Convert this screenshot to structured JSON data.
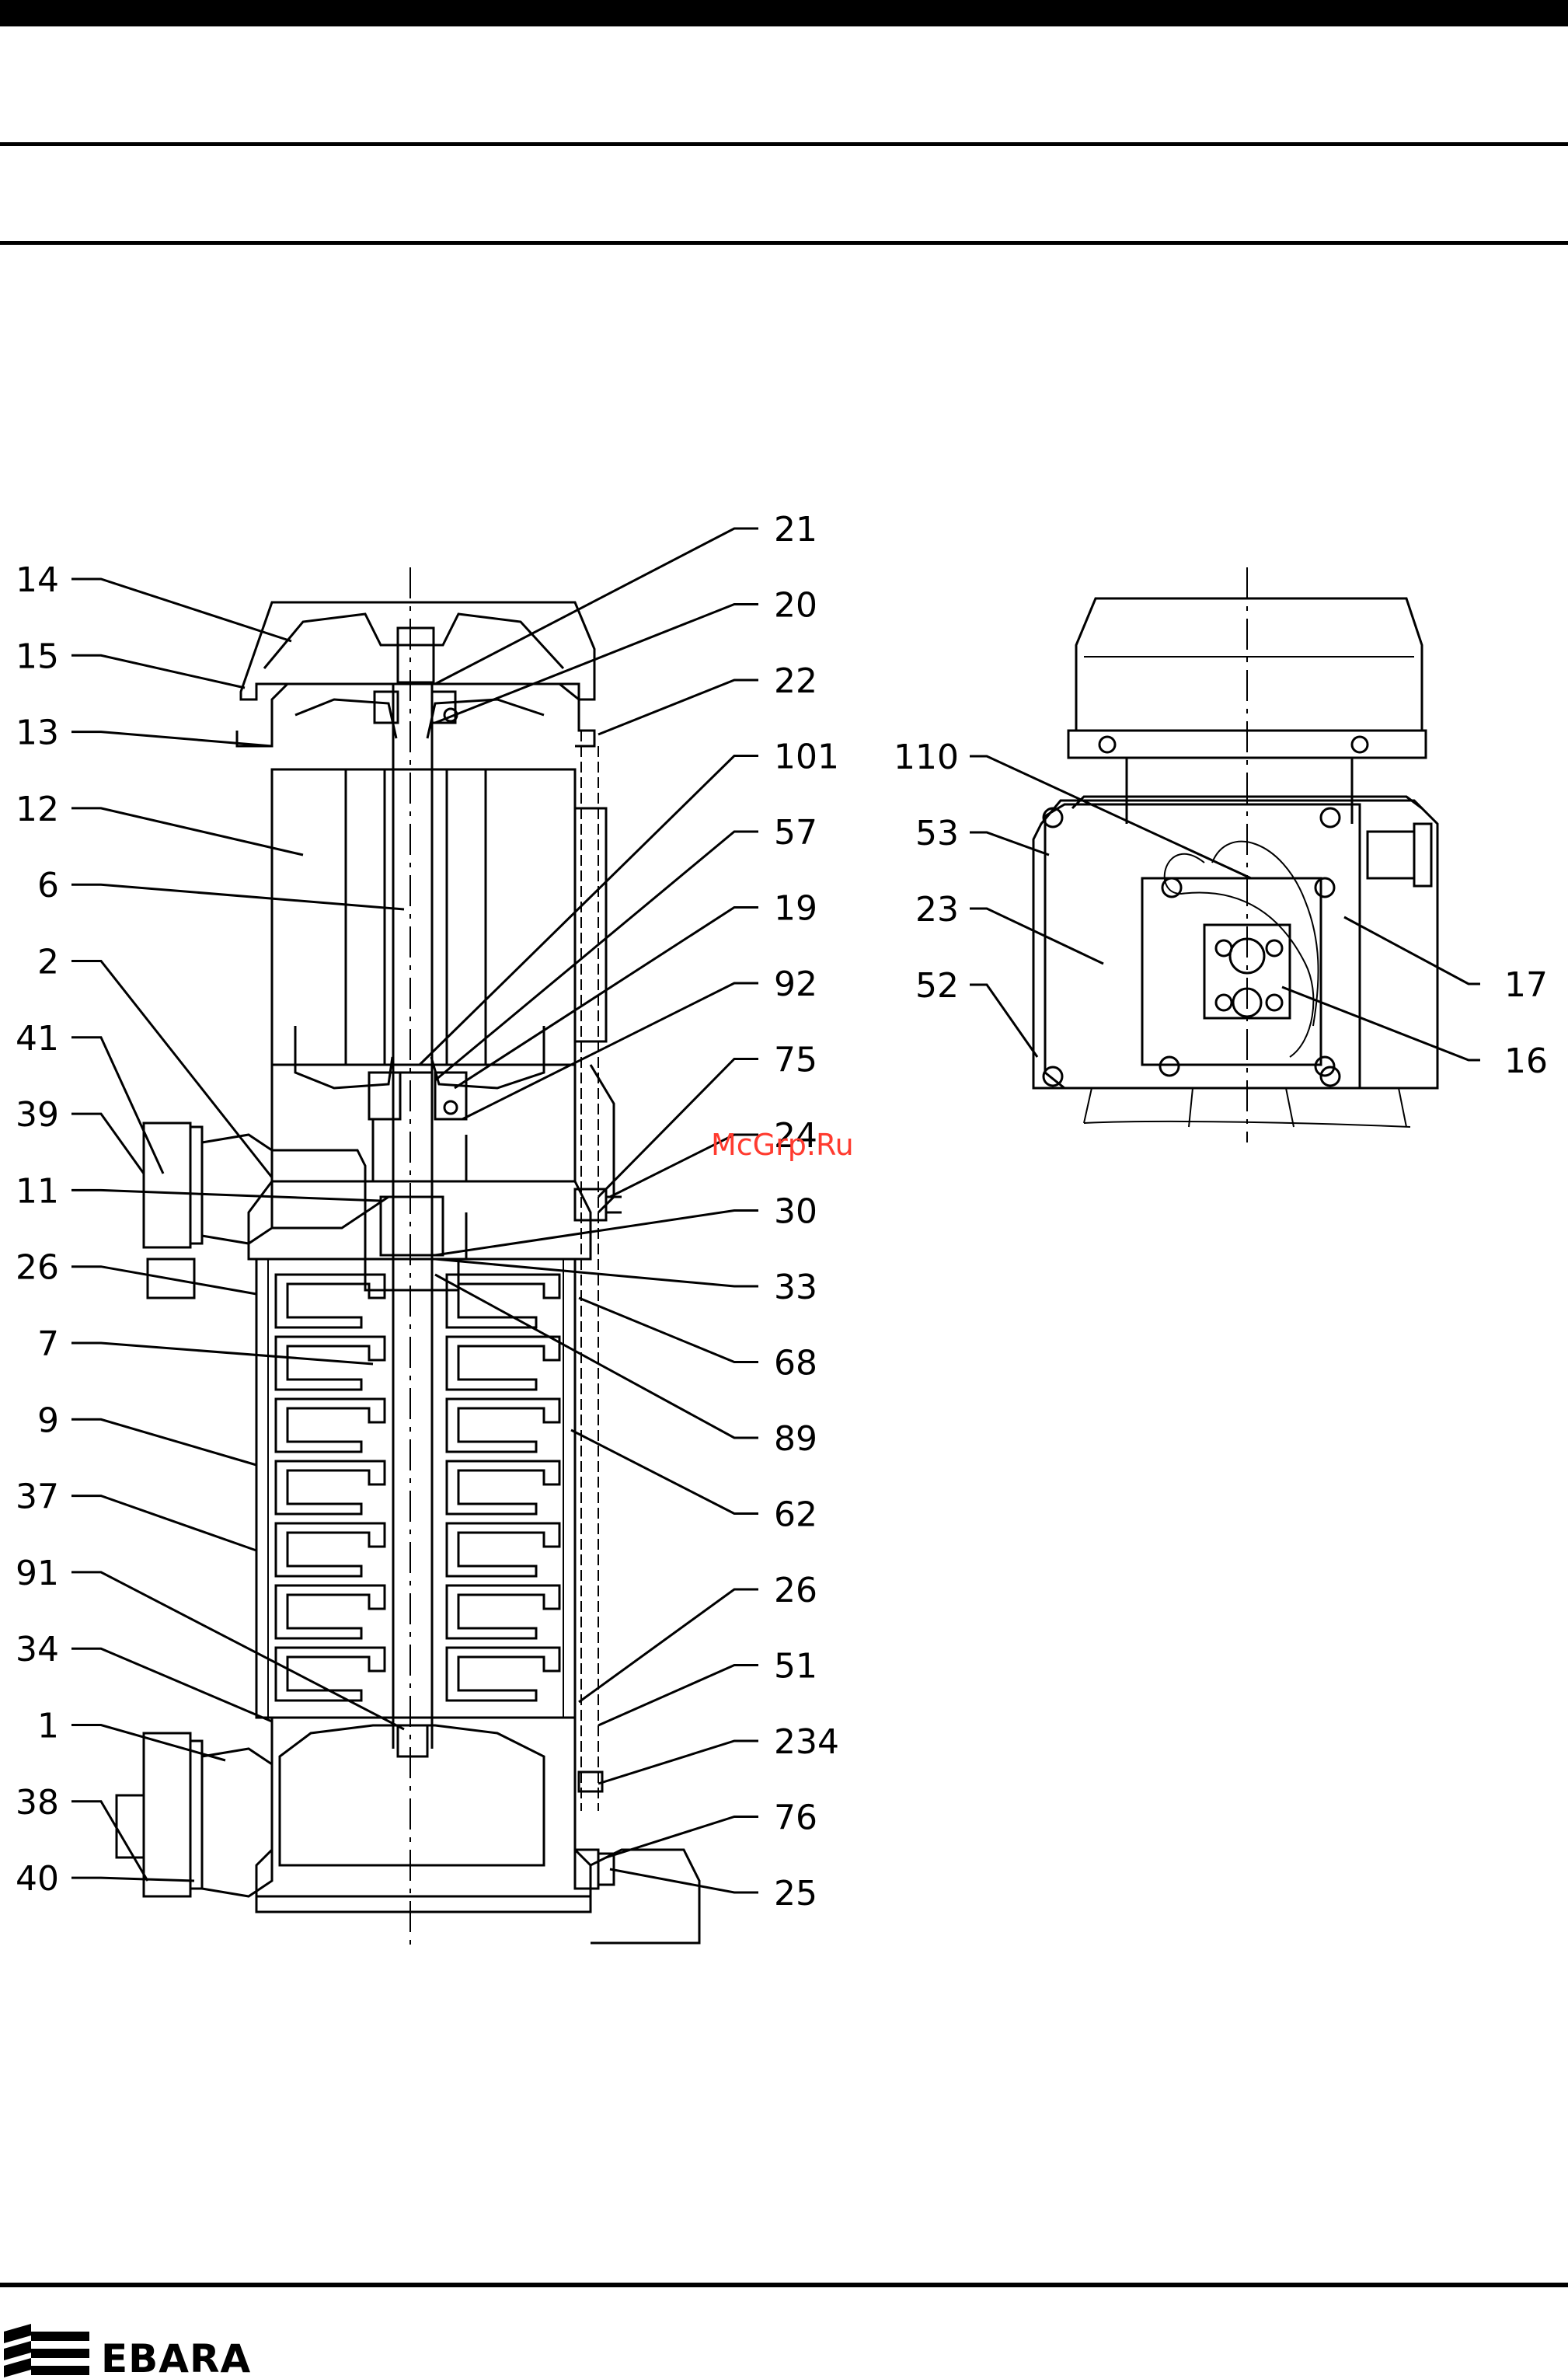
{
  "labels_left": [
    "14",
    "15",
    "13",
    "12",
    "6",
    "2",
    "41",
    "39",
    "11",
    "26",
    "7",
    "9",
    "37",
    "91",
    "34",
    "1",
    "38",
    "40"
  ],
  "labels_center_right": [
    "21",
    "20",
    "22",
    "101",
    "57",
    "19",
    "92",
    "75",
    "24",
    "30",
    "33",
    "68",
    "89",
    "62",
    "26",
    "51",
    "234",
    "76",
    "25"
  ],
  "labels_box_left": [
    "110",
    "53",
    "23",
    "52"
  ],
  "labels_box_right": [
    "17",
    "16"
  ],
  "watermark": "McGrp.Ru",
  "brand": {
    "name": "EBARA",
    "logo_icon": "ebara-wave-logo"
  },
  "colors": {
    "line": "#000000",
    "watermark": "#ff3b2f",
    "background": "#ffffff"
  }
}
